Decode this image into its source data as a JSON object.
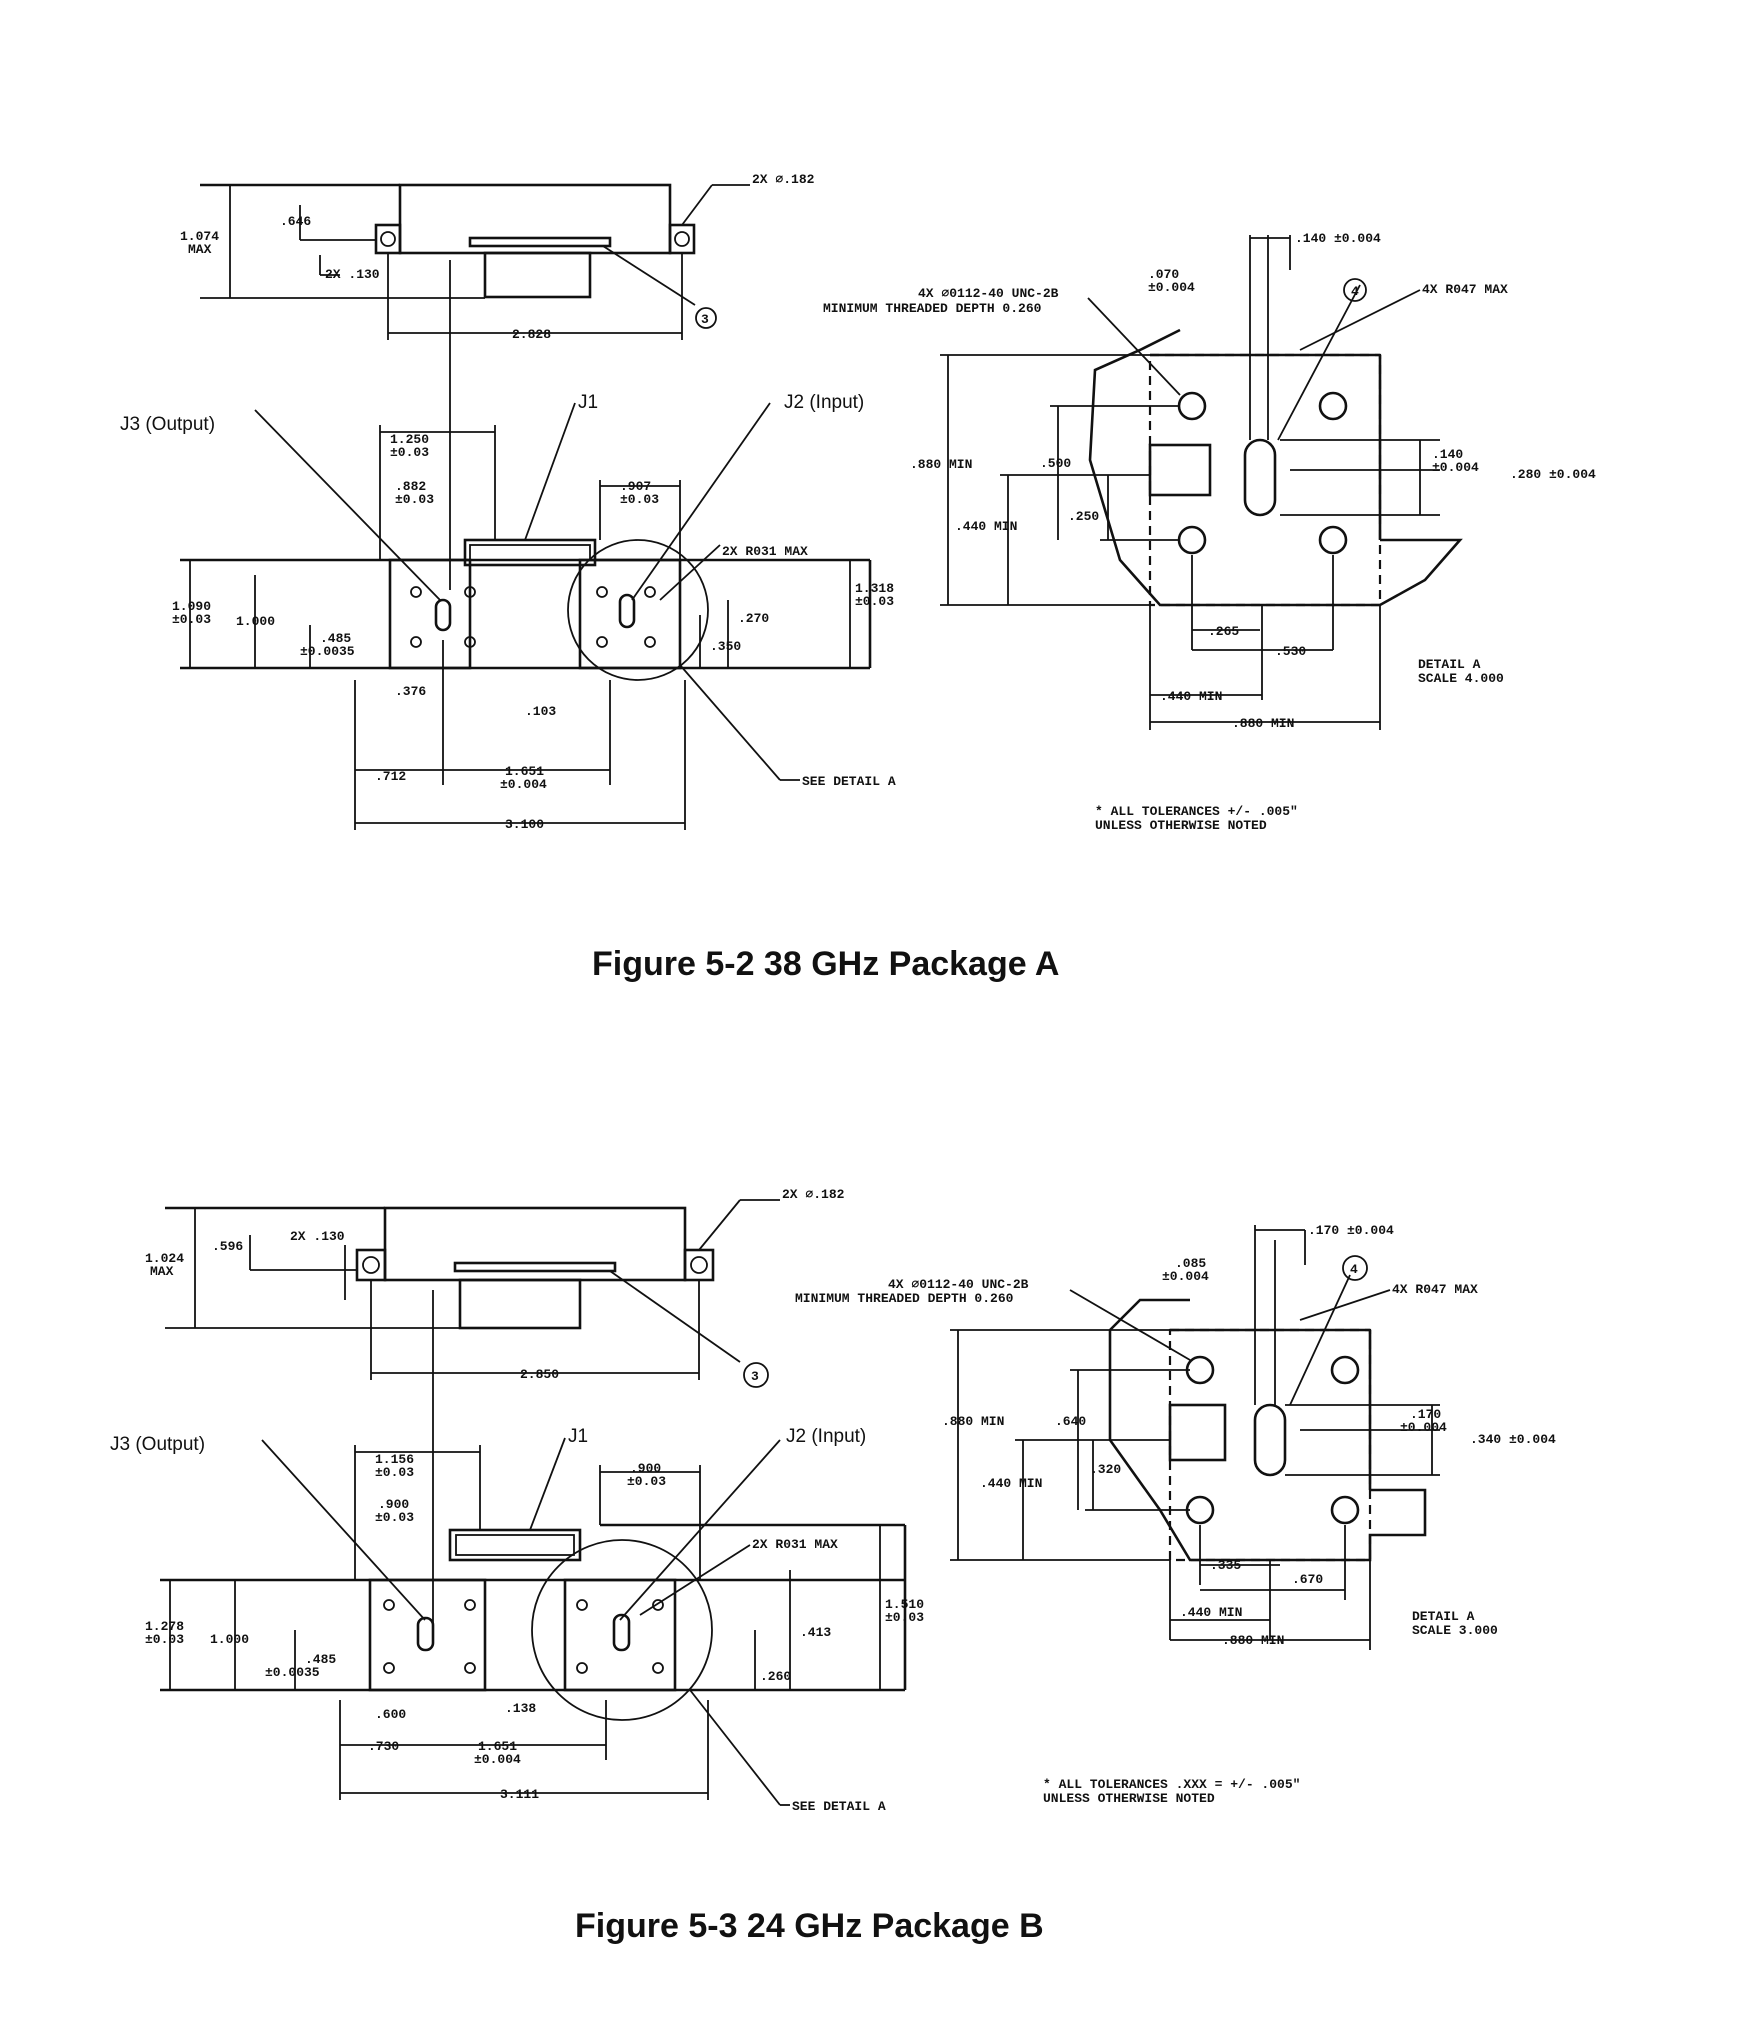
{
  "figure_a": {
    "caption": "Figure 5-2   38 GHz Package A",
    "labels": {
      "hole": "2X ⌀.182",
      "d_646": ".646",
      "d_1074": "1.074",
      "max": "MAX",
      "d_130": "2X .130",
      "d_2828": "2.828",
      "j3": "J3 (Output)",
      "j1": "J1",
      "j2": "J2 (Input)",
      "d_1250": "1.250",
      "tol_03": "±0.03",
      "d_882": ".882",
      "d_907": ".907",
      "r031": "2X R031 MAX",
      "d_1090": "1.090",
      "d_1000": "1.000",
      "d_485": ".485",
      "tol_0035": "±0.0035",
      "d_1318": "1.318",
      "d_270": ".270",
      "d_350": ".350",
      "d_376": ".376",
      "d_103": ".103",
      "d_712": ".712",
      "d_1651": "1.651",
      "tol_004": "±0.004",
      "d_3100": "3.100",
      "see_detail": "SEE DETAIL A",
      "d_140_top": ".140 ±0.004",
      "d_070": ".070",
      "thread1": "4X ⌀0112-40 UNC-2B",
      "thread2": "MINIMUM THREADED DEPTH 0.260",
      "r047": "4X R047 MAX",
      "d_880min": ".880 MIN",
      "d_500": ".500",
      "d_250": ".250",
      "d_440min": ".440 MIN",
      "d_140_r": ".140",
      "tol_004b": "±0.004",
      "d_280": ".280 ±0.004",
      "d_265": ".265",
      "d_530": ".530",
      "d_440min_b": ".440 MIN",
      "d_880min_b": ".880 MIN",
      "detail": "DETAIL A",
      "scale": "SCALE 4.000",
      "note1": "* ALL TOLERANCES +/- .005\"",
      "note2": "UNLESS OTHERWISE NOTED"
    }
  },
  "figure_b": {
    "caption": "Figure 5-3   24 GHz Package B",
    "labels": {
      "hole": "2X ⌀.182",
      "d_596": ".596",
      "d_130": "2X .130",
      "d_1024": "1.024",
      "max": "MAX",
      "d_2850": "2.850",
      "j3": "J3 (Output)",
      "j1": "J1",
      "j2": "J2 (Input)",
      "d_1156": "1.156",
      "tol_03": "±0.03",
      "d_900a": ".900",
      "d_900b": ".900",
      "r031": "2X R031 MAX",
      "d_1278": "1.278",
      "d_1000": "1.000",
      "d_485": ".485",
      "tol_0035": "±0.0035",
      "d_1510": "1.510",
      "d_413": ".413",
      "d_260": ".260",
      "d_600": ".600",
      "d_138": ".138",
      "d_730": ".730",
      "d_1651": "1.651",
      "tol_004": "±0.004",
      "d_3111": "3.111",
      "see_detail": "SEE DETAIL A",
      "d_170_top": ".170 ±0.004",
      "d_085": ".085",
      "thread1": "4X ⌀0112-40 UNC-2B",
      "thread2": "MINIMUM THREADED DEPTH 0.260",
      "r047": "4X R047 MAX",
      "d_880min": ".880 MIN",
      "d_640": ".640",
      "d_320": ".320",
      "d_440min": ".440 MIN",
      "d_170_r": ".170",
      "tol_004b": "±0.004",
      "d_340": ".340 ±0.004",
      "d_335": ".335",
      "d_670": ".670",
      "d_440min_b": ".440 MIN",
      "d_880min_b": ".880 MIN",
      "detail": "DETAIL A",
      "scale": "SCALE 3.000",
      "note1": "* ALL TOLERANCES .XXX = +/- .005\"",
      "note2": "UNLESS OTHERWISE NOTED"
    }
  },
  "callout_3": "3",
  "callout_4": "4"
}
